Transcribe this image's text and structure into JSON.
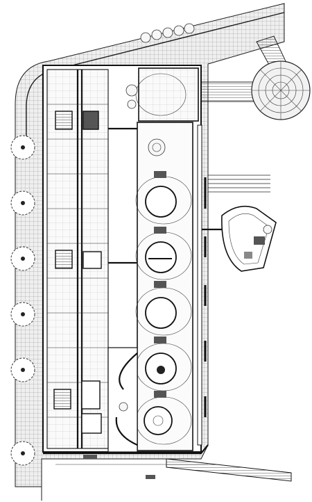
{
  "drawing": {
    "type": "architectural floor plan",
    "colors": {
      "ink": "#1a1a1a",
      "paper": "#ffffff",
      "pavement": "#e9e9e9"
    },
    "tree_count_left": 6,
    "circular_rooms": 6
  }
}
